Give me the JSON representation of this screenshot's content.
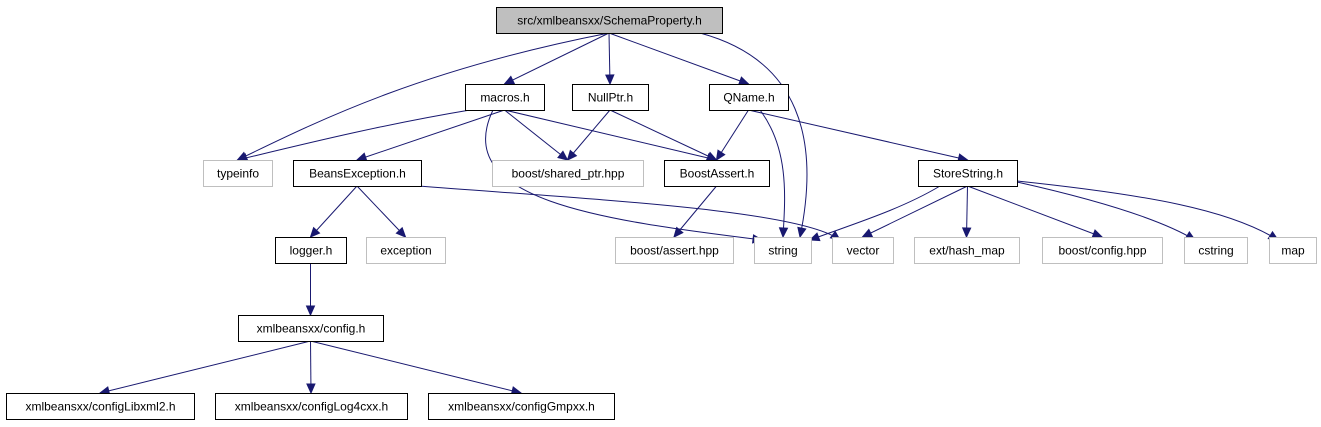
{
  "colors": {
    "edge": "#191970",
    "root_fill": "#bfbfbf",
    "internal_border": "#000000",
    "external_border": "#bfbfbf"
  },
  "nodes": [
    {
      "id": "root",
      "label": "src/xmlbeansxx/SchemaProperty.h",
      "kind": "root"
    },
    {
      "id": "macros",
      "label": "macros.h",
      "kind": "internal"
    },
    {
      "id": "nullptr",
      "label": "NullPtr.h",
      "kind": "internal"
    },
    {
      "id": "qname",
      "label": "QName.h",
      "kind": "internal"
    },
    {
      "id": "typeinfo",
      "label": "typeinfo",
      "kind": "external"
    },
    {
      "id": "beansexc",
      "label": "BeansException.h",
      "kind": "internal"
    },
    {
      "id": "sharedptr",
      "label": "boost/shared_ptr.hpp",
      "kind": "external"
    },
    {
      "id": "boostassert",
      "label": "BoostAssert.h",
      "kind": "internal"
    },
    {
      "id": "storestring",
      "label": "StoreString.h",
      "kind": "internal"
    },
    {
      "id": "logger",
      "label": "logger.h",
      "kind": "internal"
    },
    {
      "id": "exception",
      "label": "exception",
      "kind": "external"
    },
    {
      "id": "assert_hpp",
      "label": "boost/assert.hpp",
      "kind": "external"
    },
    {
      "id": "string",
      "label": "string",
      "kind": "external"
    },
    {
      "id": "vector",
      "label": "vector",
      "kind": "external"
    },
    {
      "id": "hashmap",
      "label": "ext/hash_map",
      "kind": "external"
    },
    {
      "id": "config_hpp",
      "label": "boost/config.hpp",
      "kind": "external"
    },
    {
      "id": "cstring",
      "label": "cstring",
      "kind": "external"
    },
    {
      "id": "map",
      "label": "map",
      "kind": "external"
    },
    {
      "id": "config",
      "label": "xmlbeansxx/config.h",
      "kind": "internal"
    },
    {
      "id": "libxml2",
      "label": "xmlbeansxx/configLibxml2.h",
      "kind": "internal"
    },
    {
      "id": "log4cxx",
      "label": "xmlbeansxx/configLog4cxx.h",
      "kind": "internal"
    },
    {
      "id": "gmpxx",
      "label": "xmlbeansxx/configGmpxx.h",
      "kind": "internal"
    }
  ],
  "edges": [
    {
      "from": "root",
      "to": "macros"
    },
    {
      "from": "root",
      "to": "nullptr"
    },
    {
      "from": "root",
      "to": "qname"
    },
    {
      "from": "root",
      "to": "typeinfo"
    },
    {
      "from": "root",
      "to": "string"
    },
    {
      "from": "macros",
      "to": "typeinfo"
    },
    {
      "from": "macros",
      "to": "beansexc"
    },
    {
      "from": "macros",
      "to": "sharedptr"
    },
    {
      "from": "macros",
      "to": "boostassert"
    },
    {
      "from": "macros",
      "to": "string"
    },
    {
      "from": "nullptr",
      "to": "sharedptr"
    },
    {
      "from": "nullptr",
      "to": "boostassert"
    },
    {
      "from": "qname",
      "to": "boostassert"
    },
    {
      "from": "qname",
      "to": "string"
    },
    {
      "from": "qname",
      "to": "storestring"
    },
    {
      "from": "beansexc",
      "to": "logger"
    },
    {
      "from": "beansexc",
      "to": "exception"
    },
    {
      "from": "beansexc",
      "to": "vector"
    },
    {
      "from": "boostassert",
      "to": "assert_hpp"
    },
    {
      "from": "storestring",
      "to": "string"
    },
    {
      "from": "storestring",
      "to": "vector"
    },
    {
      "from": "storestring",
      "to": "hashmap"
    },
    {
      "from": "storestring",
      "to": "config_hpp"
    },
    {
      "from": "storestring",
      "to": "cstring"
    },
    {
      "from": "storestring",
      "to": "map"
    },
    {
      "from": "logger",
      "to": "config"
    },
    {
      "from": "config",
      "to": "libxml2"
    },
    {
      "from": "config",
      "to": "log4cxx"
    },
    {
      "from": "config",
      "to": "gmpxx"
    }
  ]
}
